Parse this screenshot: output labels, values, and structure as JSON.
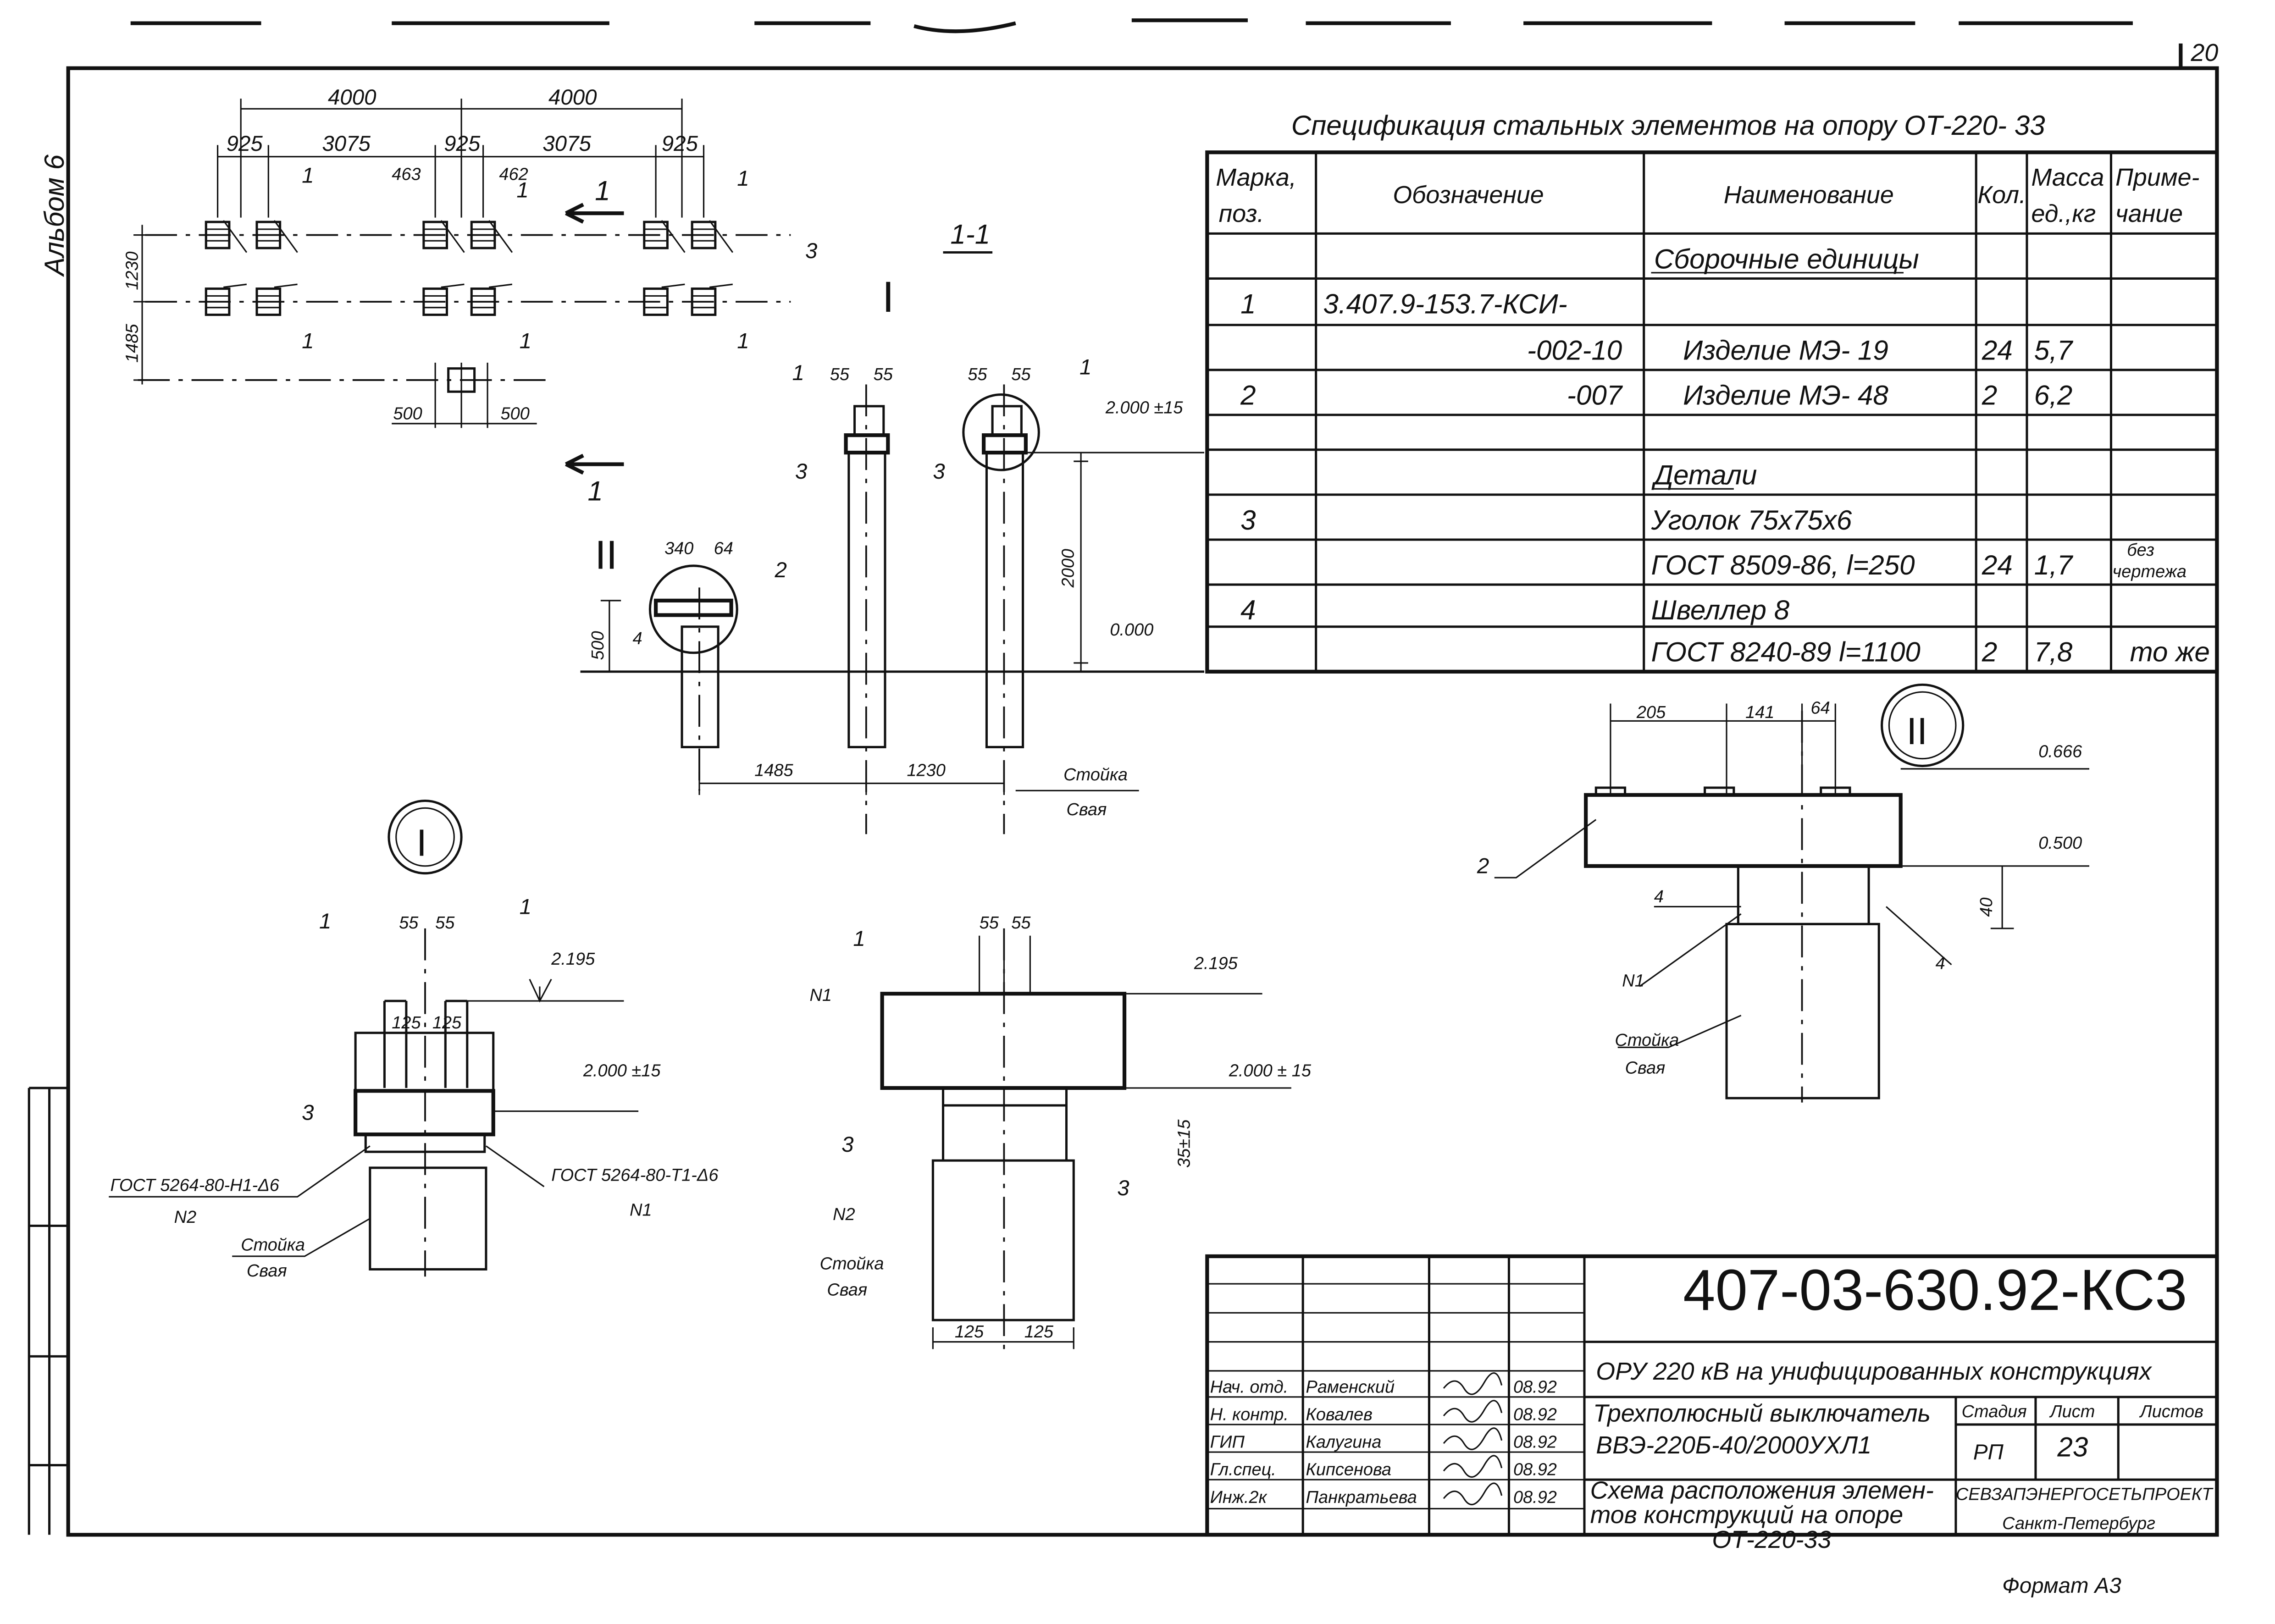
{
  "album_label": "Альбом 6",
  "sheet_corner": "20",
  "format_label": "Формат А3",
  "spec": {
    "title": "Спецификация стальных элементов на опору  ОТ-220- 33",
    "headers": [
      "Марка, поз.",
      "Обозначение",
      "Наименование",
      "Кол.",
      "Масса ед.,кг",
      "Приме- чание"
    ],
    "header_lines": {
      "mark1": "Марка,",
      "mark2": "поз.",
      "mass1": "Масса",
      "mass2": "ед.,кг",
      "note1": "Приме-",
      "note2": "чание"
    },
    "rows": [
      {
        "mark": "",
        "code": "",
        "name": "Сборочные единицы",
        "qty": "",
        "mass": "",
        "note": ""
      },
      {
        "mark": "1",
        "code": "3.407.9-153.7-КСИ-",
        "name": "",
        "qty": "",
        "mass": "",
        "note": ""
      },
      {
        "mark": "",
        "code": "-002-10",
        "name": "Изделие МЭ-  19",
        "qty": "24",
        "mass": "5,7",
        "note": ""
      },
      {
        "mark": "2",
        "code": "-007",
        "name": "Изделие МЭ- 48",
        "qty": "2",
        "mass": "6,2",
        "note": ""
      },
      {
        "mark": "",
        "code": "",
        "name": "",
        "qty": "",
        "mass": "",
        "note": ""
      },
      {
        "mark": "",
        "code": "",
        "name": "Детали",
        "qty": "",
        "mass": "",
        "note": ""
      },
      {
        "mark": "3",
        "code": "",
        "name": "Уголок 75х75х6",
        "qty": "",
        "mass": "",
        "note": ""
      },
      {
        "mark": "",
        "code": "",
        "name": "ГОСТ 8509-86, l=250",
        "qty": "24",
        "mass": "1,7",
        "note": "без чертежа"
      },
      {
        "mark": "4",
        "code": "",
        "name": "Швеллер 8",
        "qty": "",
        "mass": "",
        "note": ""
      },
      {
        "mark": "",
        "code": "",
        "name": "ГОСТ 8240-89 l=1100",
        "qty": "2",
        "mass": "7,8",
        "note": "то же"
      }
    ],
    "note_lines": {
      "n1": "без",
      "n2": "чертежа"
    }
  },
  "title_block": {
    "doc_number": "407-03-630.92-КС3",
    "project": "ОРУ 220 кВ на унифицированных конструкциях",
    "object_line1": "Трехполюсный выключатель",
    "object_line2": "ВВЭ-220Б-40/2000УХЛ1",
    "sheet_title_line1": "Схема расположения элемен-",
    "sheet_title_line2": "тов конструкций на опоре",
    "sheet_title_line3": "ОТ-220-33",
    "stage_header": "Стадия",
    "sheet_header": "Лист",
    "sheets_header": "Листов",
    "stage": "РП",
    "sheet": "23",
    "sheets": "",
    "organization": "СЕВЗАПЭНЕРГОСЕТЬПРОЕКТ",
    "city": "Санкт-Петербург",
    "signatures": [
      {
        "role": "Нач. отд.",
        "name": "Раменский",
        "date": "08.92"
      },
      {
        "role": "Н. контр.",
        "name": "Ковалев",
        "date": "08.92"
      },
      {
        "role": "ГИП",
        "name": "Калугина",
        "date": "08.92"
      },
      {
        "role": "Гл.спец.",
        "name": "Кипсенова",
        "date": "08.92"
      },
      {
        "role": "Инж.2к",
        "name": "Панкратьева",
        "date": "08.92"
      }
    ]
  },
  "plan": {
    "d4000a": "4000",
    "d4000b": "4000",
    "d925a": "925",
    "d3075a": "3075",
    "d925b": "925",
    "d3075b": "3075",
    "d925c": "925",
    "d463": "463",
    "d462": "462",
    "d1230": "1230",
    "d1485": "1485",
    "d500a": "500",
    "d500b": "500",
    "pos1": "1",
    "pos3": "3",
    "sec1": "1"
  },
  "section": {
    "title": "1-1",
    "mark_I": "I",
    "mark_II": "II",
    "d55": "55",
    "elev_2000": "2.000 ±15",
    "d2000": "2000",
    "elev_0": "0.000",
    "d1485": "1485",
    "d1230": "1230",
    "post": "Стойка",
    "pile": "Свая",
    "d340": "340",
    "d64": "64",
    "d500": "500",
    "pos1": "1",
    "pos2": "2",
    "pos3": "3",
    "pos4": "4"
  },
  "detail_I": {
    "mark": "I",
    "d55": "55",
    "d125": "125",
    "elev_2195": "2.195",
    "elev_2000": "2.000 ±15",
    "weld_left": "ГОСТ 5264-80-Н1-Δ6",
    "weld_right": "ГОСТ 5264-80-Т1-Δ6",
    "n1": "N1",
    "n2": "N2",
    "post": "Стойка",
    "pile": "Свая",
    "pos1": "1",
    "pos3": "3"
  },
  "detail_mid": {
    "d55": "55",
    "d125": "125",
    "elev_2195": "2.195",
    "elev_2000": "2.000 ± 15",
    "d35": "35±15",
    "n1": "N1",
    "n2": "N2",
    "post": "Стойка",
    "pile": "Свая",
    "pos1": "1",
    "pos3": "3"
  },
  "detail_II": {
    "mark": "II",
    "d205": "205",
    "d141": "141",
    "d64": "64",
    "elev_0666": "0.666",
    "elev_0500": "0.500",
    "d40": "40",
    "n1": "N1",
    "post": "Стойка",
    "pile": "Свая",
    "pos2": "2",
    "pos4": "4"
  }
}
